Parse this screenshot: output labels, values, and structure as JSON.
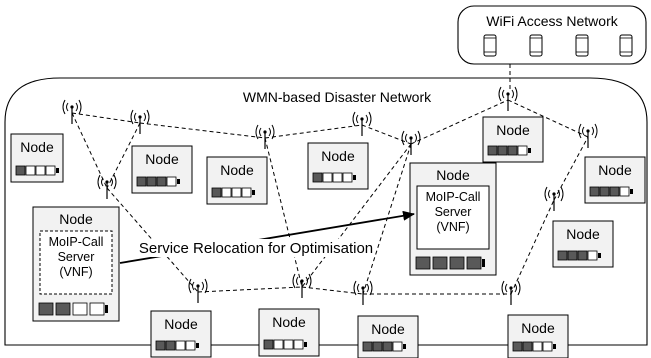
{
  "wifi": {
    "title": "WiFi Access Network",
    "phone_count": 4
  },
  "wmn": {
    "title": "WMN-based Disaster Network"
  },
  "node_label": "Node",
  "relocation_label": "Service Relocation for Optimisation",
  "server": {
    "lines": [
      "MoIP-Call",
      "Server",
      "(VNF)"
    ]
  },
  "colors": {
    "line": "#000000",
    "node_fill": "#f2f2f2",
    "slot_dark": "#595959",
    "slot_empty": "#ffffff"
  },
  "nodes": [
    {
      "id": "n1",
      "slots": [
        1,
        0,
        0,
        0
      ]
    },
    {
      "id": "n2",
      "slots": [
        1,
        1,
        1,
        0
      ]
    },
    {
      "id": "n3",
      "slots": [
        1,
        0,
        0,
        0
      ]
    },
    {
      "id": "n4",
      "slots": [
        1,
        0,
        0,
        0
      ]
    },
    {
      "id": "n5",
      "slots": [
        1,
        1,
        1,
        0
      ]
    },
    {
      "id": "n6",
      "slots": [
        1,
        1,
        1,
        0
      ]
    },
    {
      "id": "n7",
      "slots": [
        1,
        1,
        1,
        0
      ]
    },
    {
      "id": "n8",
      "slots": [
        1,
        1,
        0,
        0
      ]
    },
    {
      "id": "n9",
      "slots": [
        1,
        0,
        0,
        0
      ]
    },
    {
      "id": "n10",
      "slots": [
        1,
        1,
        1,
        0
      ]
    },
    {
      "id": "n11",
      "slots": [
        1,
        1,
        0,
        0
      ]
    },
    {
      "id": "n12",
      "slots": [
        1,
        1,
        0,
        0
      ]
    }
  ],
  "big_nodes": [
    {
      "id": "b-left",
      "slots": [
        1,
        1,
        0,
        0
      ]
    },
    {
      "id": "b-right",
      "slots": [
        1,
        1,
        1,
        1
      ]
    }
  ]
}
